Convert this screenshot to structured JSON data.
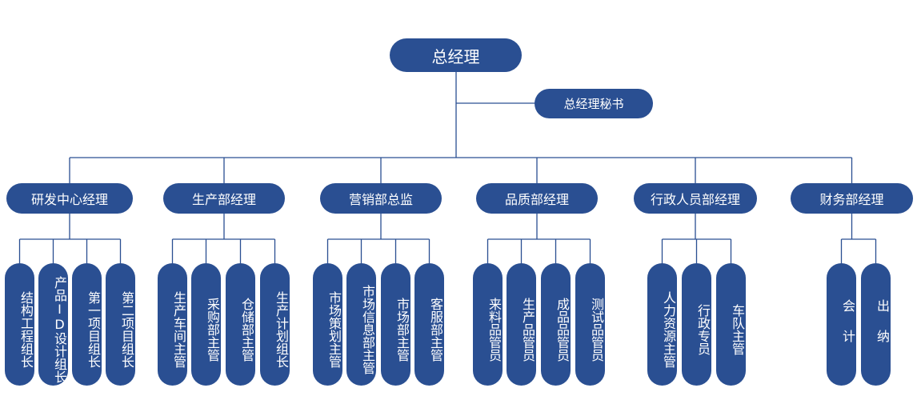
{
  "root": {
    "label": "总经理"
  },
  "secretary": {
    "label": "总经理秘书"
  },
  "departments": [
    {
      "label": "研发中心经理",
      "teams": [
        "结构工程组长",
        "产品ID设计组长",
        "第一项目组长",
        "第二项目组长"
      ]
    },
    {
      "label": "生产部经理",
      "teams": [
        "生产车间主管",
        "采购部主管",
        "仓储部主管",
        "生产计划组长"
      ]
    },
    {
      "label": "营销部总监",
      "teams": [
        "市场策划主管",
        "市场信息部主管",
        "市场部主管",
        "客服部主管"
      ]
    },
    {
      "label": "品质部经理",
      "teams": [
        "来料品管员",
        "生产品管员",
        "成品品管员",
        "测试品管员"
      ]
    },
    {
      "label": "行政人员部经理",
      "teams": [
        "人力资源主管",
        "行政专员",
        "车队主管"
      ]
    },
    {
      "label": "财务部经理",
      "teams": [
        "会计",
        "出纳"
      ]
    }
  ],
  "colors": {
    "node": "#2a4f92",
    "line": "#2a4f92",
    "text": "#ffffff"
  }
}
